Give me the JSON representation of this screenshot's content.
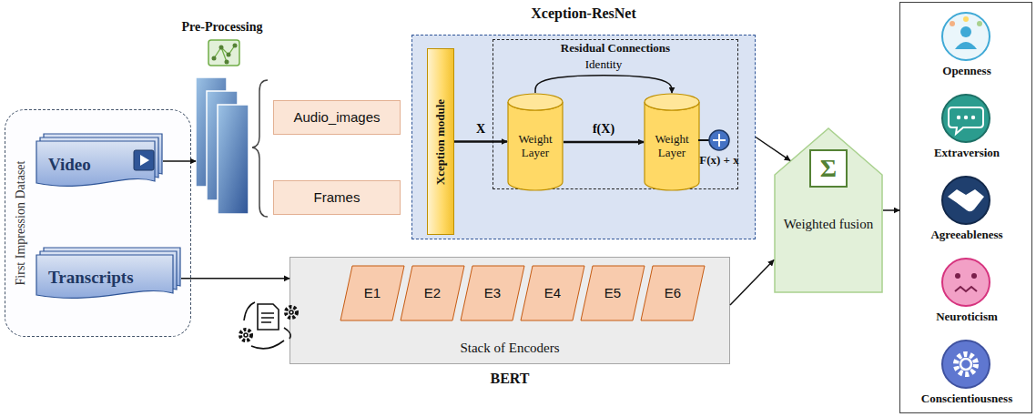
{
  "diagram": {
    "nodes": [
      {
        "text": [
          "First Impression Dataset"
        ]
      },
      {
        "text": [
          "Video"
        ],
        "in": 0
      },
      {
        "text": [
          "Transcripts"
        ],
        "in": 0
      },
      {
        "text": [
          "Pre-Processing"
        ]
      },
      {
        "text": [
          "Audio_images"
        ]
      },
      {
        "text": [
          "Frames"
        ]
      },
      {
        "text": [
          "Xception-ResNet"
        ]
      },
      {
        "text": [
          "Xception module"
        ],
        "in": 6
      },
      {
        "text": [
          "Residual Connections"
        ],
        "in": 6
      },
      {
        "text": [
          "Weight Layer"
        ],
        "in": 8
      },
      {
        "text": [
          "Weight Layer"
        ],
        "in": 8
      },
      {
        "text": [
          "Stack of Encoders",
          "BERT"
        ]
      },
      {
        "text": [
          "E1"
        ],
        "in": 11
      },
      {
        "text": [
          "E2"
        ],
        "in": 11
      },
      {
        "text": [
          "E3"
        ],
        "in": 11
      },
      {
        "text": [
          "E4"
        ],
        "in": 11
      },
      {
        "text": [
          "E5"
        ],
        "in": 11
      },
      {
        "text": [
          "E6"
        ],
        "in": 11
      },
      {
        "text": [
          "Weighted fusion"
        ]
      },
      {
        "text": []
      },
      {
        "text": [
          "Openness"
        ],
        "in": 19
      },
      {
        "text": [
          "Extraversion"
        ],
        "in": 19
      },
      {
        "text": [
          "Agreeableness"
        ],
        "in": 19
      },
      {
        "text": [
          "Neuroticism"
        ],
        "in": 19
      },
      {
        "text": [
          "Conscientiousness"
        ],
        "in": 19
      }
    ],
    "edges": [
      {
        "from": 1,
        "to": 3,
        "arrow": "to"
      },
      {
        "from": 7,
        "to": 9,
        "label": "X",
        "arrow": "to"
      },
      {
        "from": 9,
        "to": 10,
        "label": "f(X)",
        "arrow": "to"
      },
      {
        "from": 9,
        "to": 10,
        "label": "Identity",
        "arrow": "to"
      },
      {
        "from": 2,
        "to": 11,
        "arrow": "to"
      },
      {
        "from": 6,
        "to": 18,
        "arrow": "to"
      },
      {
        "from": 11,
        "to": 18,
        "arrow": "to"
      },
      {
        "from": 18,
        "to": 19,
        "arrow": "to"
      }
    ],
    "labels": [
      "F(x) + x",
      "Σ"
    ]
  }
}
